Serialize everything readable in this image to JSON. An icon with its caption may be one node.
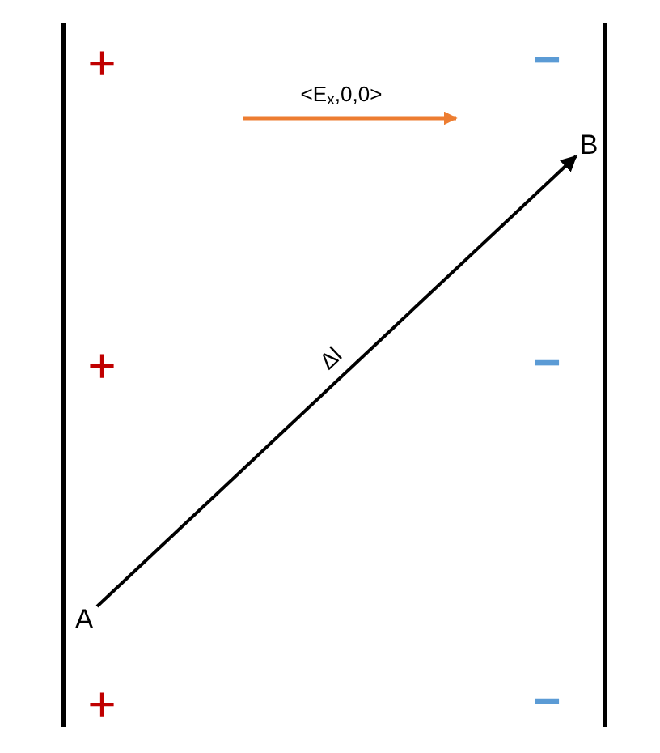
{
  "diagram": {
    "nodes": [
      {
        "text": [
          "A"
        ]
      },
      {
        "text": [
          "B"
        ]
      }
    ],
    "edges": [
      {
        "from": 0,
        "to": 1,
        "arrow": "to",
        "label": "Δl"
      }
    ],
    "labels": [
      "+",
      "−",
      "<E$_{x}$,0,0>",
      "+",
      "−",
      "+",
      "−"
    ]
  }
}
